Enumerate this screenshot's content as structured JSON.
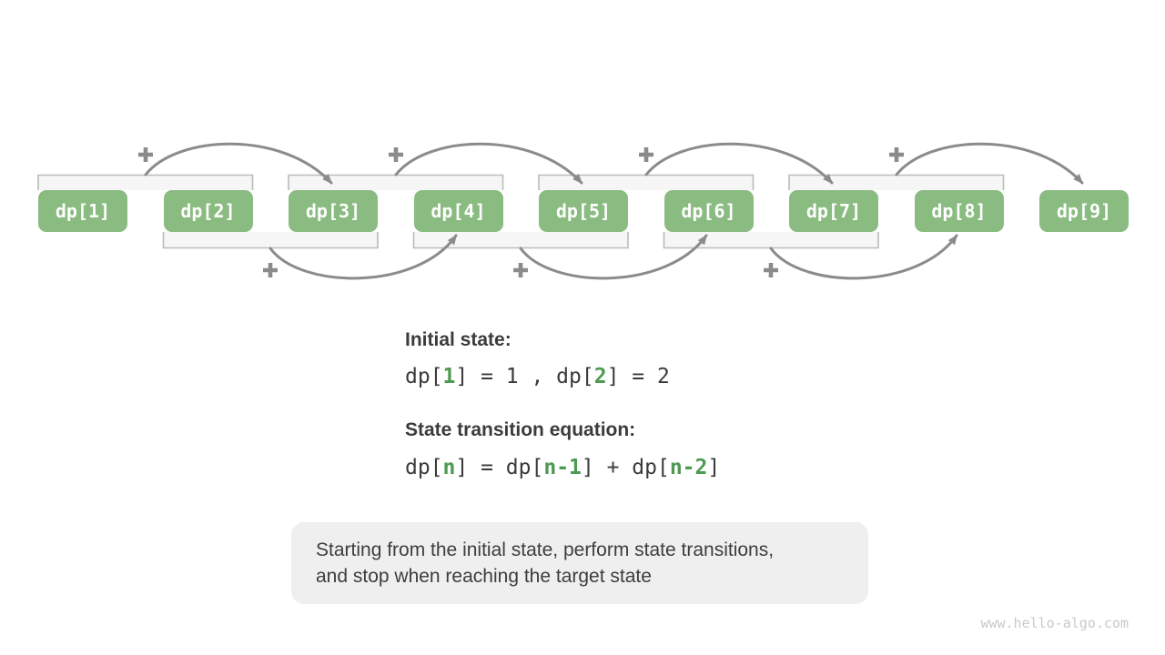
{
  "colors": {
    "background": "#FFFFFF",
    "box_green": "#8ABB80",
    "box_text": "#FFFFFF",
    "arrow_gray": "#8B8B8B",
    "bracket_fill": "#F6F6F6",
    "bracket_border": "#BBBBBB",
    "heading_text": "#3B3B3B",
    "formula_green": "#4D9A52",
    "note_bg": "#EFEFEF",
    "note_text": "#3D3D3D",
    "watermark_gray": "#C9C9C9"
  },
  "diagram": {
    "boxes": [
      {
        "label": "dp[1]"
      },
      {
        "label": "dp[2]"
      },
      {
        "label": "dp[3]"
      },
      {
        "label": "dp[4]"
      },
      {
        "label": "dp[5]"
      },
      {
        "label": "dp[6]"
      },
      {
        "label": "dp[7]"
      },
      {
        "label": "dp[8]"
      },
      {
        "label": "dp[9]"
      }
    ],
    "plus_symbol": "+",
    "transitions": [
      {
        "sum_of": [
          "dp[1]",
          "dp[2]"
        ],
        "result": "dp[3]"
      },
      {
        "sum_of": [
          "dp[2]",
          "dp[3]"
        ],
        "result": "dp[4]"
      },
      {
        "sum_of": [
          "dp[3]",
          "dp[4]"
        ],
        "result": "dp[5]"
      },
      {
        "sum_of": [
          "dp[4]",
          "dp[5]"
        ],
        "result": "dp[6]"
      },
      {
        "sum_of": [
          "dp[5]",
          "dp[6]"
        ],
        "result": "dp[7]"
      },
      {
        "sum_of": [
          "dp[6]",
          "dp[7]"
        ],
        "result": "dp[8]"
      },
      {
        "sum_of": [
          "dp[7]",
          "dp[8]"
        ],
        "result": "dp[9]"
      }
    ]
  },
  "panel": {
    "initial_state": {
      "heading": "Initial state:",
      "formula_parts": [
        "dp[",
        "1",
        "] = 1 , dp[",
        "2",
        "] = 2"
      ]
    },
    "transition": {
      "heading": "State transition equation:",
      "formula_parts": [
        "dp[",
        "n",
        "] = dp[",
        "n-1",
        "] + dp[",
        "n-2",
        "]"
      ]
    }
  },
  "note": {
    "lines": [
      "Starting from the initial state, perform state transitions,",
      "and stop when reaching the target state"
    ]
  },
  "watermark": "www.hello-algo.com"
}
